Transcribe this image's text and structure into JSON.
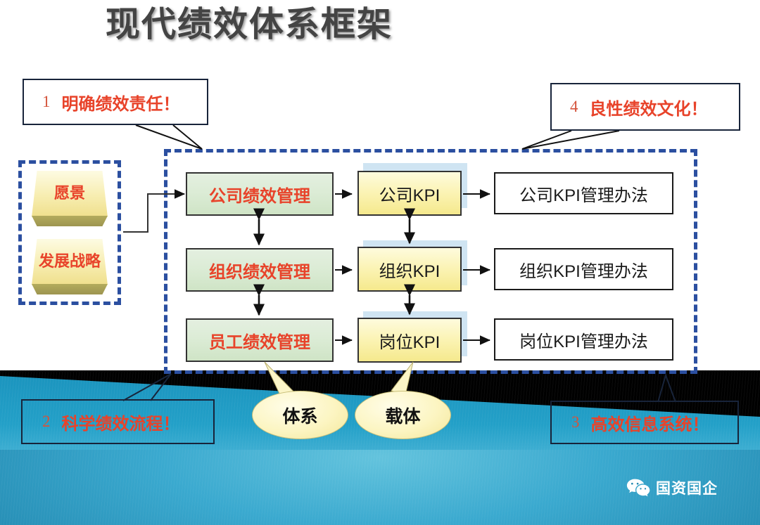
{
  "title": "现代绩效体系框架",
  "callouts": [
    {
      "num": "1",
      "text": "明确绩效责任！",
      "name": "callout-1"
    },
    {
      "num": "4",
      "text": "良性绩效文化！",
      "name": "callout-4"
    },
    {
      "num": "2",
      "text": "科学绩效流程！",
      "name": "callout-2"
    },
    {
      "num": "3",
      "text": "高效信息系统！",
      "name": "callout-3"
    }
  ],
  "inputs": [
    {
      "label": "愿景"
    },
    {
      "label": "发展战略"
    }
  ],
  "rows": [
    {
      "management": "公司绩效管理",
      "kpi": "公司KPI",
      "method": "公司KPI管理办法"
    },
    {
      "management": "组织绩效管理",
      "kpi": "组织KPI",
      "method": "组织KPI管理办法"
    },
    {
      "management": "员工绩效管理",
      "kpi": "岗位KPI",
      "method": "岗位KPI管理办法"
    }
  ],
  "bubbles": [
    {
      "label": "体系"
    },
    {
      "label": "载体"
    }
  ],
  "watermark": {
    "text": "国资国企",
    "icon": "wechat-icon"
  },
  "colors": {
    "accent_red": "#e8432a",
    "dashed_blue": "#2b4fa0",
    "teal": "#23a0c8",
    "green_box": "#dcecd6",
    "kpi_yellow": "#fbf3b3",
    "title_gray": "#444444"
  }
}
